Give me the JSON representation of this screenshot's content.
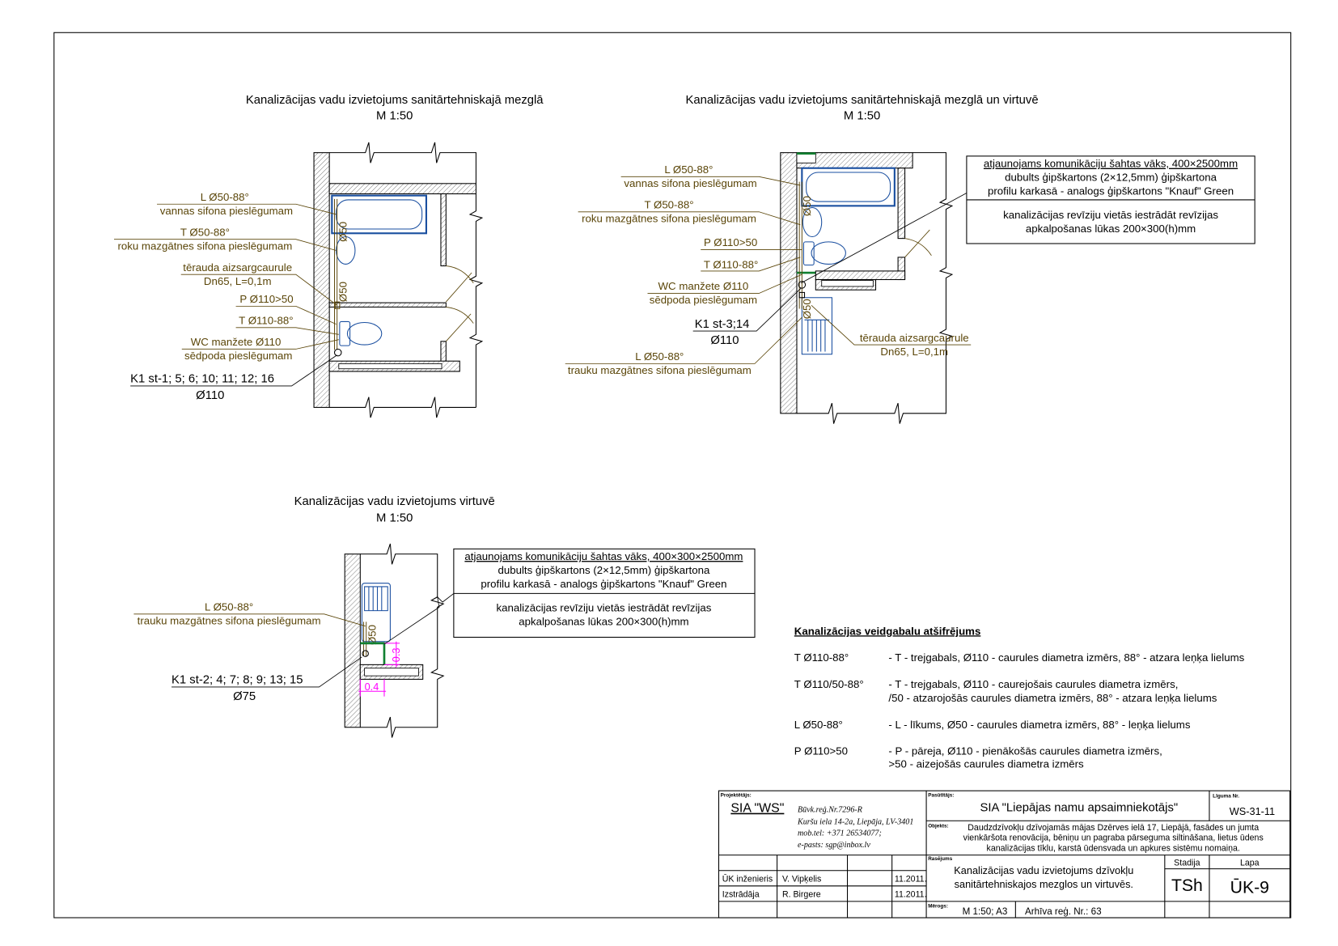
{
  "drawings": [
    {
      "title": "Kanalizācijas vadu izvietojums sanitārtehniskajā mezglā",
      "scale": "M 1:50",
      "pipe_dims": [
        "Ø50",
        "Ø50"
      ],
      "labels": [
        {
          "line1": "L Ø50-88°",
          "line2": "vannas sifona pieslēgumam"
        },
        {
          "line1": "T Ø50-88°",
          "line2": "roku mazgātnes sifona pieslēgumam"
        },
        {
          "line1": "tērauda aizsargcaurule",
          "line2": "Dn65, L=0,1m"
        },
        {
          "line1": "P Ø110>50"
        },
        {
          "line1": "T Ø110-88°"
        },
        {
          "line1": "WC manžete Ø110",
          "line2": "sēdpoda pieslēgumam"
        }
      ],
      "riser": {
        "line1": "K1 st-1; 5; 6; 10; 11; 12; 16",
        "line2": "Ø110"
      }
    },
    {
      "title": "Kanalizācijas vadu izvietojums sanitārtehniskajā mezglā un virtuvē",
      "scale": "M 1:50",
      "pipe_dims": [
        "Ø50",
        "Ø50"
      ],
      "labels": [
        {
          "line1": "L Ø50-88°",
          "line2": "vannas sifona pieslēgumam"
        },
        {
          "line1": "T Ø50-88°",
          "line2": "roku mazgātnes sifona pieslēgumam"
        },
        {
          "line1": "P Ø110>50"
        },
        {
          "line1": "T Ø110-88°"
        },
        {
          "line1": "WC manžete Ø110",
          "line2": "sēdpoda pieslēgumam"
        },
        {
          "line1": "L Ø50-88°",
          "line2": "trauku mazgātnes sifona pieslēgumam"
        },
        {
          "line1": "tērauda aizsargcaurule",
          "line2": "Dn65, L=0,1m"
        }
      ],
      "riser": {
        "line1": "K1 st-3;14",
        "line2": "Ø110"
      },
      "notes": {
        "header": "atjaunojams komunikāciju šahtas vāks, 400×2500mm",
        "lines": [
          "dubults ģipškartons (2×12,5mm) ģipškartona",
          "profilu karkasā - analogs ģipškartons \"Knauf\" Green"
        ],
        "footer": [
          "kanalizācijas revīziju vietās iestrādāt revīzijas",
          "apkalpošanas lūkas 200×300(h)mm"
        ]
      }
    },
    {
      "title": "Kanalizācijas vadu izvietojums virtuvē",
      "scale": "M 1:50",
      "pipe_dims": [
        "Ø50"
      ],
      "dimensions": [
        "0.3",
        "0.4"
      ],
      "labels": [
        {
          "line1": "L Ø50-88°",
          "line2": "trauku mazgātnes sifona pieslēgumam"
        }
      ],
      "riser": {
        "line1": "K1 st-2; 4; 7; 8; 9; 13; 15",
        "line2": "Ø75"
      },
      "notes": {
        "header": "atjaunojams komunikāciju šahtas vāks, 400×300×2500mm",
        "lines": [
          "dubults ģipškartons (2×12,5mm) ģipškartona",
          "profilu karkasā - analogs ģipškartons \"Knauf\" Green"
        ],
        "footer": [
          "kanalizācijas revīziju vietās iestrādāt revīzijas",
          "apkalpošanas lūkas 200×300(h)mm"
        ]
      }
    }
  ],
  "legend": {
    "heading": "Kanalizācijas veidgabalu atšifrējums",
    "items": [
      {
        "code": "T Ø110-88°",
        "desc": [
          "- T - trejgabals, Ø110 - caurules diametra izmērs, 88° - atzara leņķa lielums"
        ]
      },
      {
        "code": "T Ø110/50-88°",
        "desc": [
          "- T - trejgabals, Ø110 - caurejošais caurules diametra izmērs,",
          "/50 - atzarojošās caurules diametra izmērs, 88° - atzara leņķa lielums"
        ]
      },
      {
        "code": "L Ø50-88°",
        "desc": [
          "- L - līkums, Ø50 - caurules diametra izmērs, 88° - leņķa lielums"
        ]
      },
      {
        "code": "P Ø110>50",
        "desc": [
          "- P - pāreja, Ø110 - pienākošās caurules diametra izmērs,",
          ">50 - aizejošās caurules diametra izmērs"
        ]
      }
    ]
  },
  "title_block": {
    "designer_label": "Projektētājs:",
    "designer_name": "SIA \"WS\"",
    "designer_info": [
      "Būvk.reģ.Nr.7296-R",
      "Kuršu iela 14-2a, Liepāja, LV-3401",
      "mob.tel: +371 26534077;",
      "e-pasts: sgp@inbox.lv"
    ],
    "staff": [
      {
        "role": "ŪK inženieris",
        "name": "V. Vipķelis",
        "date": "11.2011."
      },
      {
        "role": "Izstrādāja",
        "name": "R. Birgere",
        "date": "11.2011."
      }
    ],
    "client_label": "Pasūtītājs:",
    "client": "SIA \"Liepājas namu apsaimniekotājs\"",
    "contract_label": "Līguma Nr.",
    "contract": "WS-31-11",
    "object_label": "Objekts:",
    "object": [
      "Daudzdzīvokļu dzīvojamās mājas Dzērves ielā 17, Liepājā,  fasādes un jumta",
      "vienkāršota renovācija, bēniņu un pagraba pārseguma siltināšana, lietus ūdens",
      "kanalizācijas tīklu, karstā ūdensvada un apkures sistēmu nomaiņa."
    ],
    "drawing_label": "Rasējums",
    "drawing": [
      "Kanalizācijas vadu izvietojums dzīvokļu",
      "sanitārtehniskajos mezglos un virtuvēs."
    ],
    "stage_label": "Stadija",
    "stage": "TSh",
    "sheet_label": "Lapa",
    "sheet": "ŪK-9",
    "scale_label": "Mērogs:",
    "scale": "M 1:50; A3",
    "archive": "Arhīva reģ. Nr.: 63"
  }
}
